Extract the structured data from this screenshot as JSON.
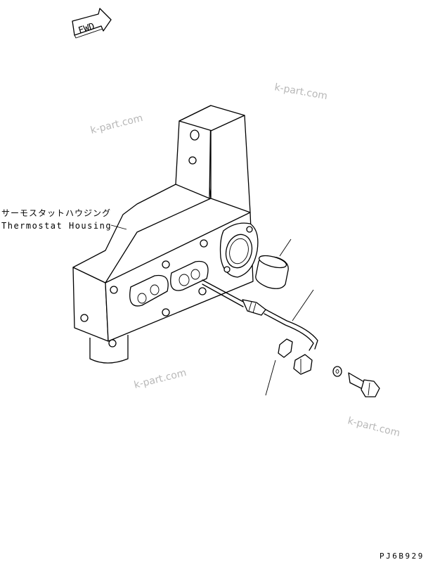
{
  "direction_arrow": {
    "label": "FWD"
  },
  "callouts": {
    "thermostat_housing_jp": "サーモスタットハウジング",
    "thermostat_housing_en": "Thermostat Housing"
  },
  "watermarks": [
    "k-part.com",
    "k-part.com",
    "k-part.com",
    "k-part.com"
  ],
  "drawing_code": "PJ6B929"
}
